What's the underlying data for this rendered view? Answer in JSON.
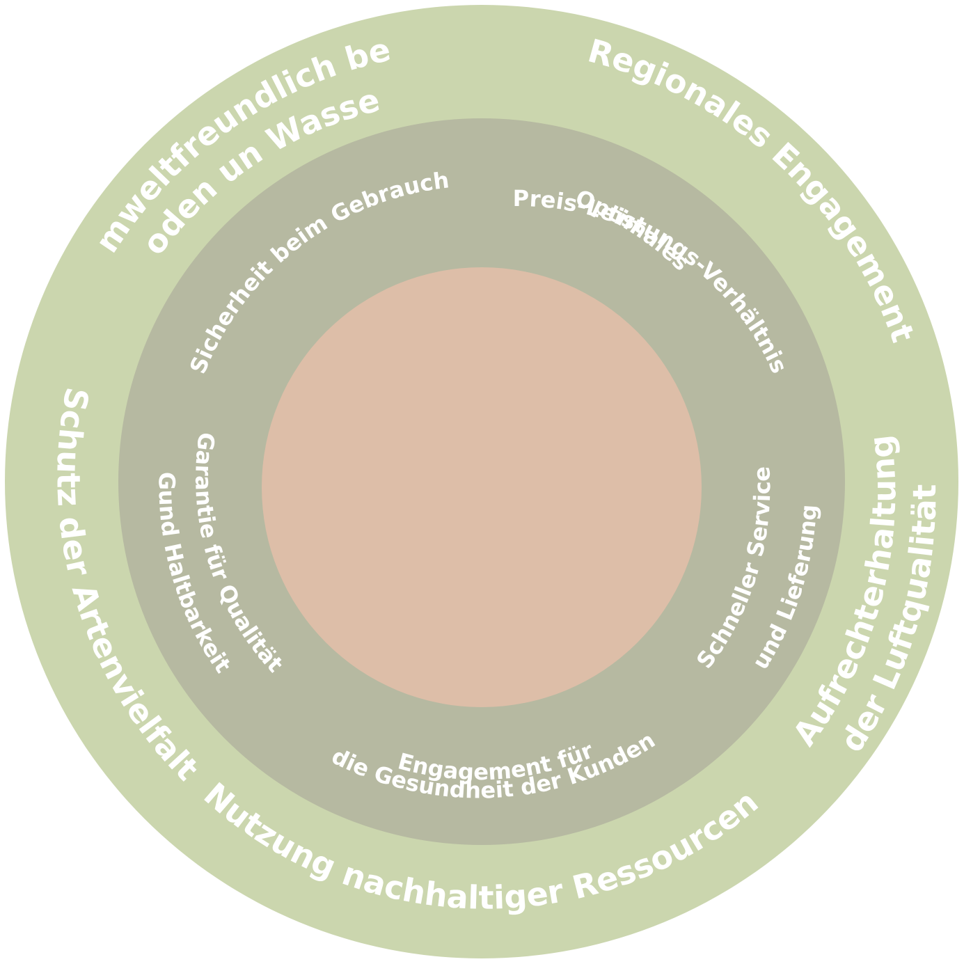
{
  "colors": {
    "outer_ring": "#cbd6ae",
    "middle_ring": "#b6b9a1",
    "core": "#ddbea8",
    "label_text": "#ffffff"
  },
  "outer_ring": {
    "labels": [
      {
        "lines": [
          "Umweltfreundlich bei",
          "Boden un Wasser"
        ]
      },
      {
        "lines": [
          "Regionales Engagement"
        ]
      },
      {
        "lines": [
          "Aufrechterhaltung",
          "der Luftqualität"
        ]
      },
      {
        "lines": [
          "Nutzung nachhaltiger Ressourcen"
        ]
      },
      {
        "lines": [
          "Schutz der Artenvielfalt"
        ]
      }
    ]
  },
  "middle_ring": {
    "labels": [
      {
        "lines": [
          "Sicherheit beim Gebrauch"
        ]
      },
      {
        "lines": [
          "Optimales",
          "Preis-Leistungs-Verhältnis"
        ]
      },
      {
        "lines": [
          "Schneller Service",
          "und Lieferung"
        ]
      },
      {
        "lines": [
          "Engagement für",
          "die Gesundheit der Kunden"
        ]
      },
      {
        "lines": [
          "Garantie für Qualität",
          "Gund Haltbarkeit"
        ]
      }
    ]
  }
}
